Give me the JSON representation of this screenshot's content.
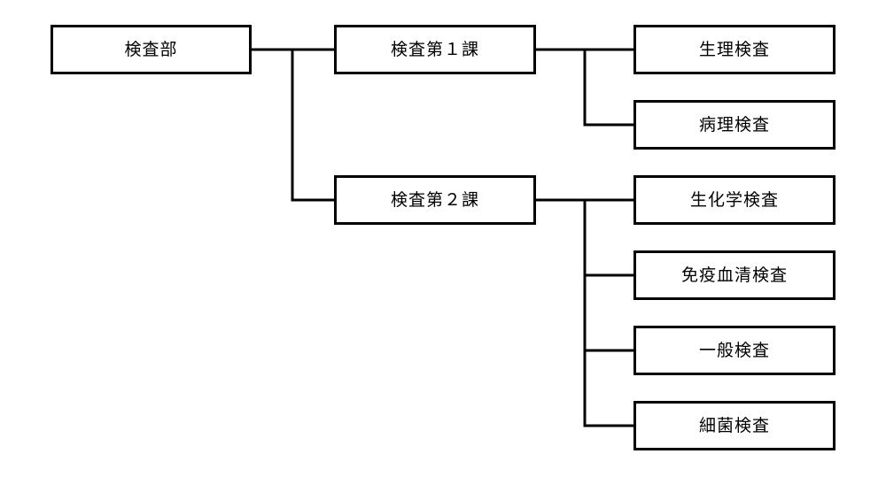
{
  "diagram": {
    "type": "organization-chart",
    "nodes": {
      "root": {
        "label": "検査部"
      },
      "section1": {
        "label": "検査第１課"
      },
      "section2": {
        "label": "検査第２課"
      },
      "physiology": {
        "label": "生理検査"
      },
      "pathology": {
        "label": "病理検査"
      },
      "biochemistry": {
        "label": "生化学検査"
      },
      "immunoserology": {
        "label": "免疫血清検査"
      },
      "general": {
        "label": "一般検査"
      },
      "bacteriology": {
        "label": "細菌検査"
      }
    },
    "edges": [
      {
        "from": "root",
        "to": "section1"
      },
      {
        "from": "root",
        "to": "section2"
      },
      {
        "from": "section1",
        "to": "physiology"
      },
      {
        "from": "section1",
        "to": "pathology"
      },
      {
        "from": "section2",
        "to": "biochemistry"
      },
      {
        "from": "section2",
        "to": "immunoserology"
      },
      {
        "from": "section2",
        "to": "general"
      },
      {
        "from": "section2",
        "to": "bacteriology"
      }
    ],
    "colors": {
      "background": "#ffffff",
      "box_fill": "#ffffff",
      "box_border": "#000000",
      "line": "#000000",
      "text": "#000000"
    }
  }
}
